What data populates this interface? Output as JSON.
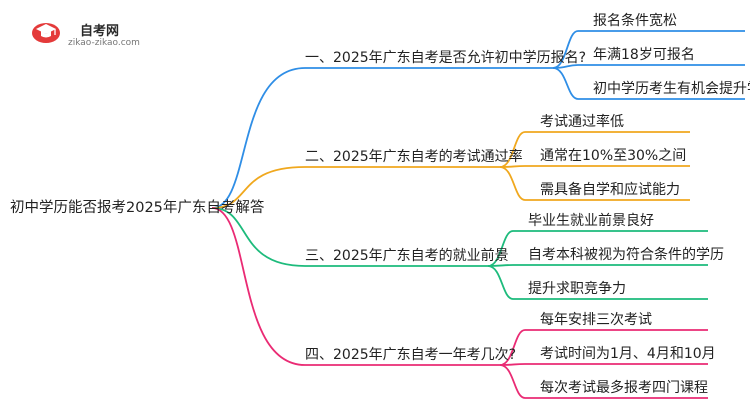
{
  "logo": {
    "name": "自考网",
    "url": "zikao-zikao.com",
    "icon": "graduation-cap-icon"
  },
  "mindmap": {
    "root": "初中学历能否报考2025年广东自考解答",
    "branches": [
      {
        "label": "一、2025年广东自考是否允许初中学历报名?",
        "color": "#2f8ee6",
        "children": [
          "报名条件宽松",
          "年满18岁可报名",
          "初中学历考生有机会提升学历"
        ]
      },
      {
        "label": "二、2025年广东自考的考试通过率",
        "color": "#f0a81e",
        "children": [
          "考试通过率低",
          "通常在10%至30%之间",
          "需具备自学和应试能力"
        ]
      },
      {
        "label": "三、2025年广东自考的就业前景",
        "color": "#1dbb7c",
        "children": [
          "毕业生就业前景良好",
          "自考本科被视为符合条件的学历",
          "提升求职竞争力"
        ]
      },
      {
        "label": "四、2025年广东自考一年考几次?",
        "color": "#ea2b74",
        "children": [
          "每年安排三次考试",
          "考试时间为1月、4月和10月",
          "每次考试最多报考四门课程"
        ]
      }
    ]
  }
}
